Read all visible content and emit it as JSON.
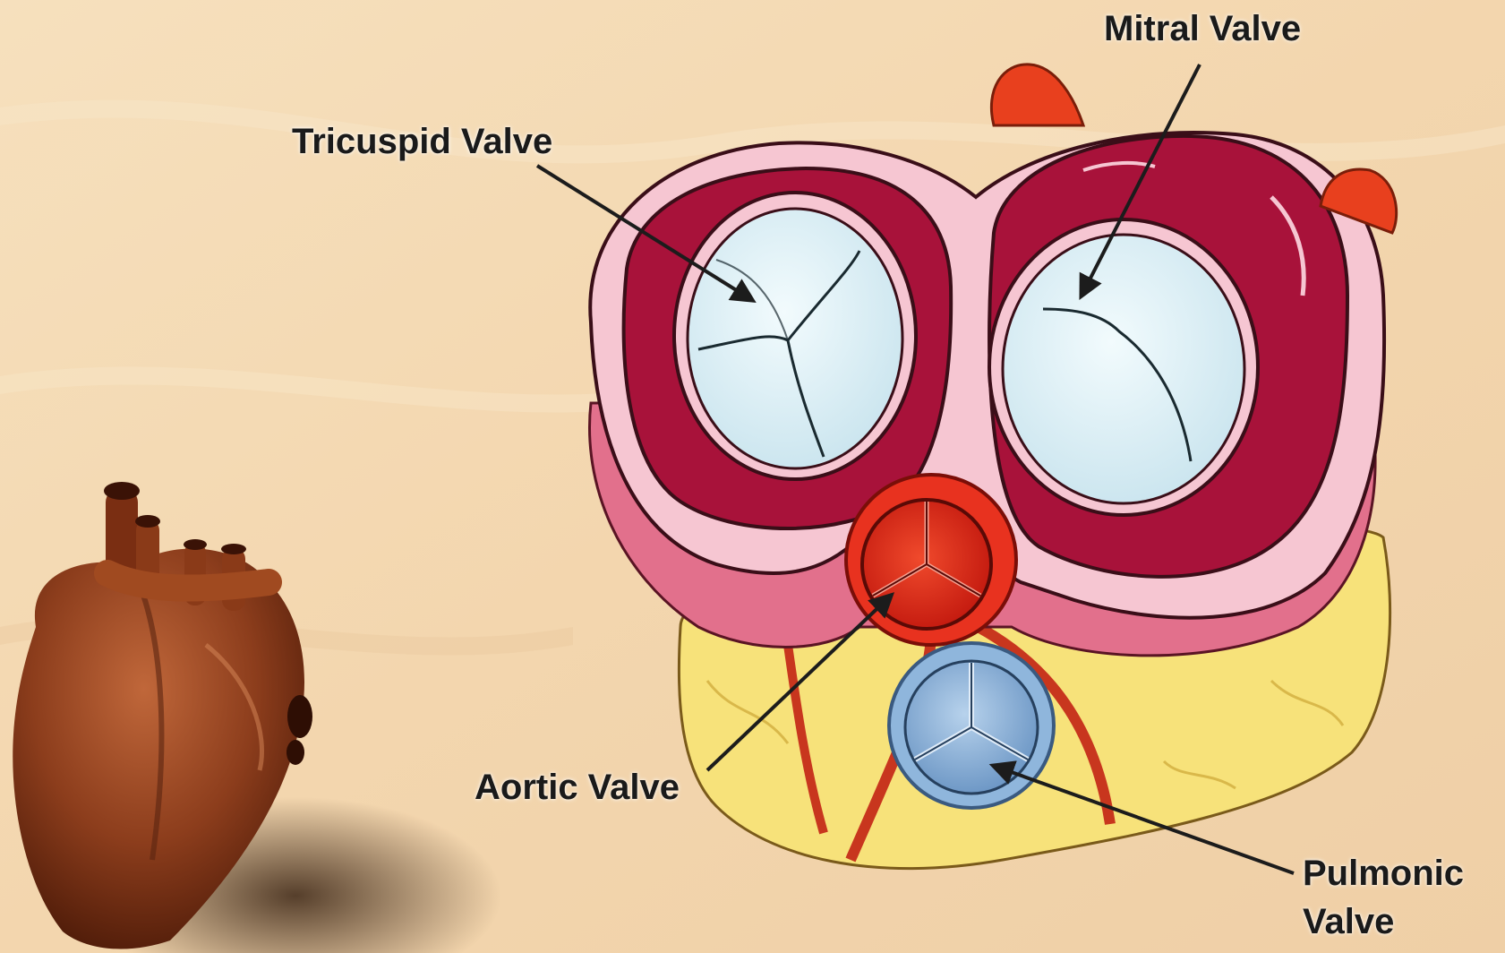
{
  "labels": {
    "tricuspid": "Tricuspid Valve",
    "mitral": "Mitral Valve",
    "aortic": "Aortic Valve",
    "pulmonic_line1": "Pulmonic",
    "pulmonic_line2": "Valve"
  },
  "colors": {
    "background": "#f3d9b3",
    "myocardium": "#a8123a",
    "annulus": "#f6c6d2",
    "valve_leaflet": "#dff1f6",
    "aortic": "#e8321f",
    "pulmonic": "#8fb6dc",
    "fat": "#f7e27a",
    "whole_heart": "#8a3d1e"
  }
}
